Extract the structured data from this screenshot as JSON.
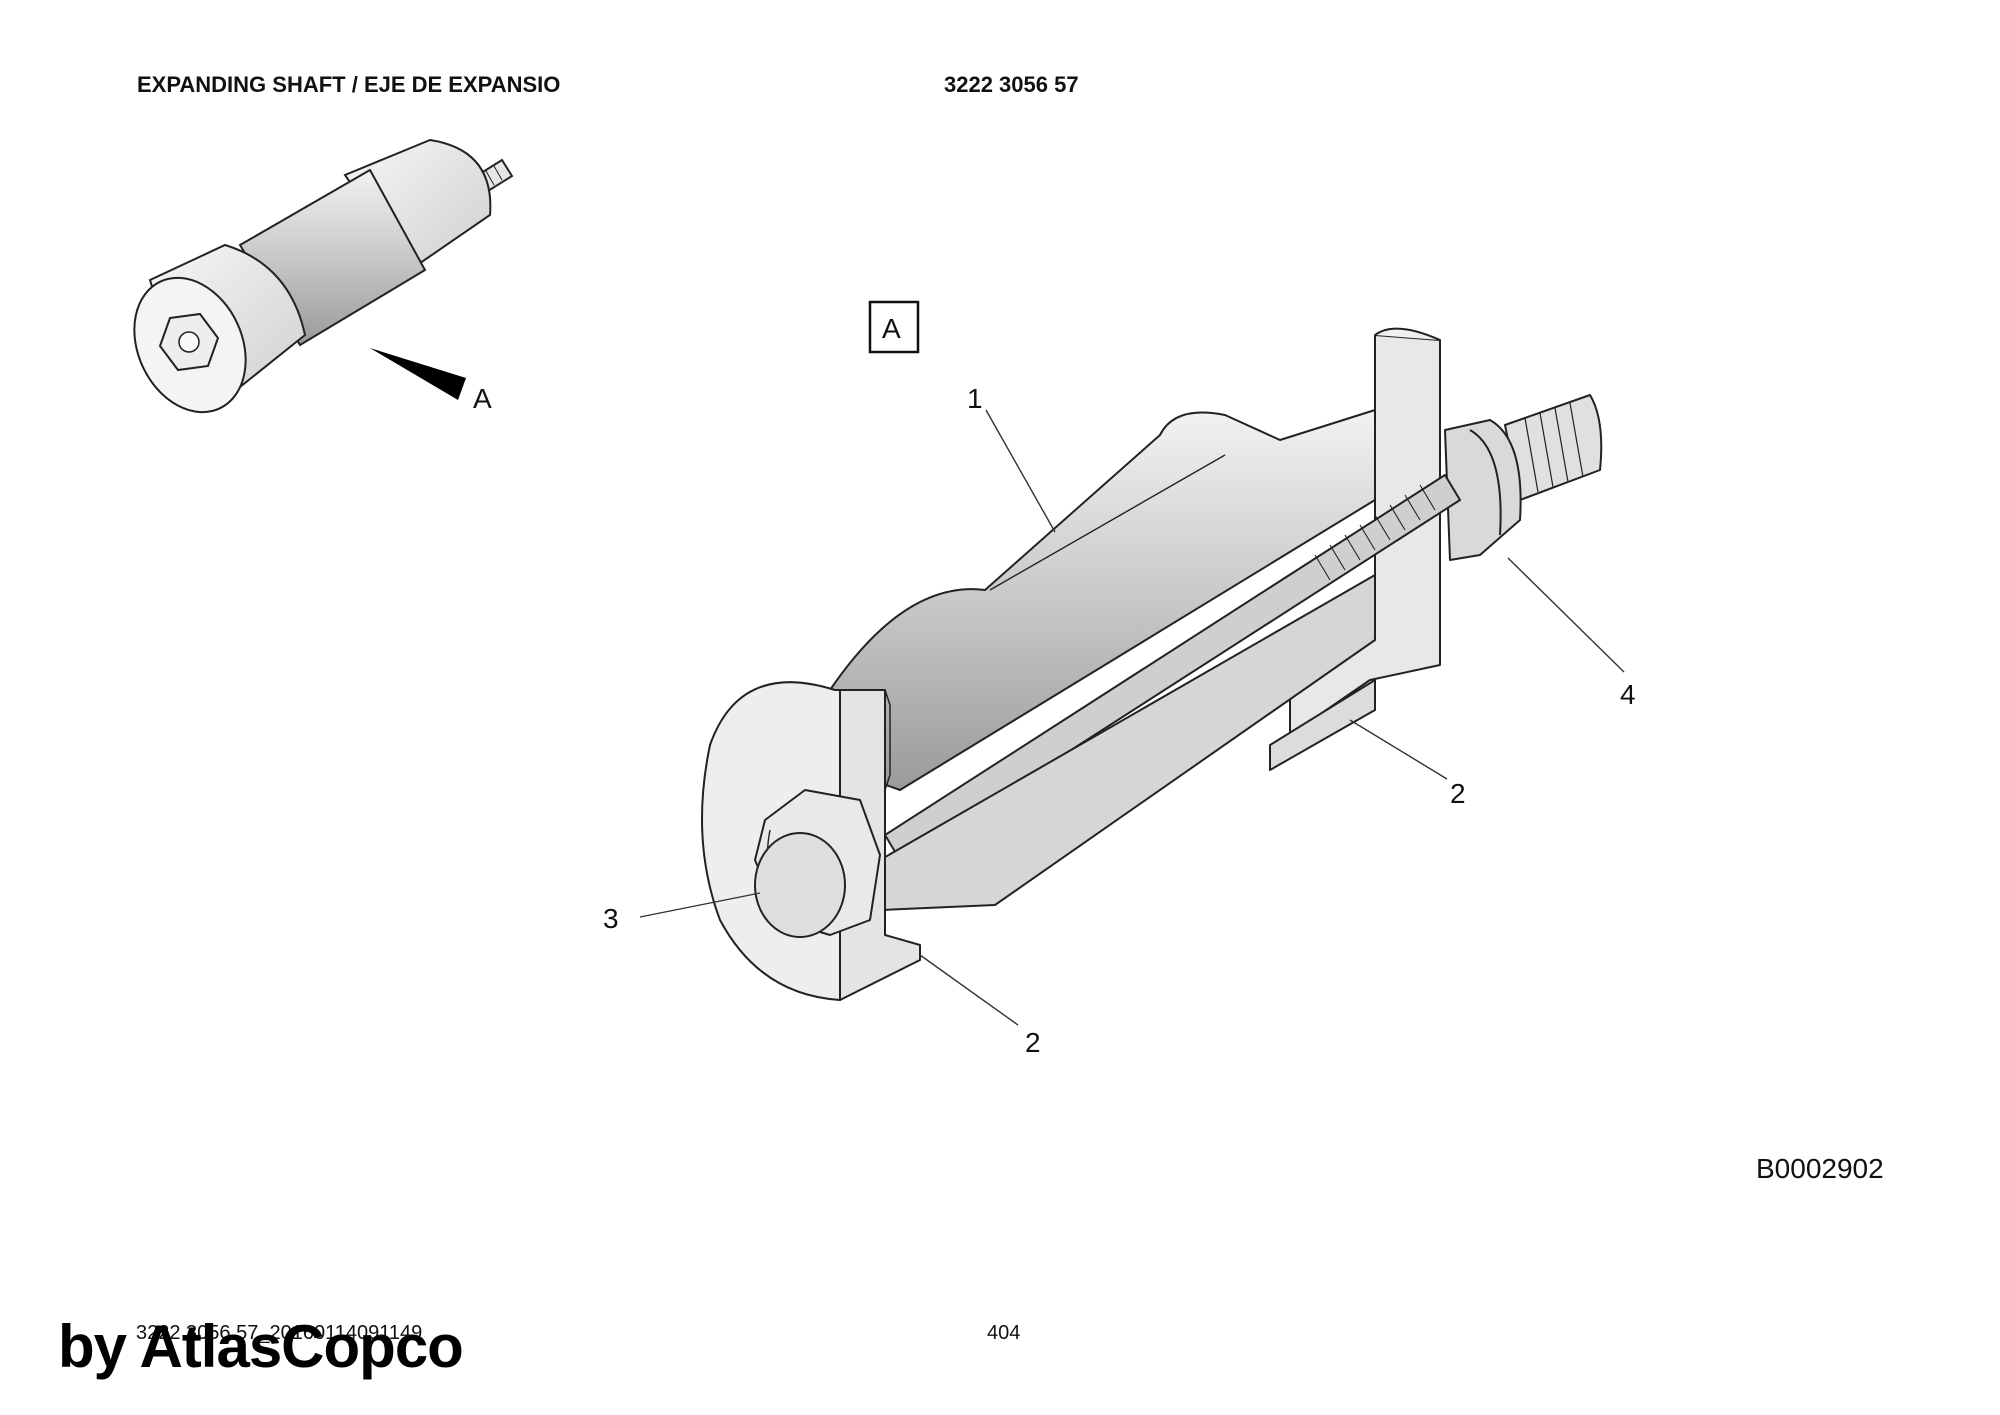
{
  "header": {
    "title": "EXPANDING SHAFT / EJE DE EXPANSIO",
    "part_number": "3222 3056 57"
  },
  "detail_view": {
    "label": "A",
    "box_label": "A"
  },
  "callouts": {
    "c1": "1",
    "c2a": "2",
    "c2b": "2",
    "c3": "3",
    "c4": "4"
  },
  "drawing_code": "B0002902",
  "footer": {
    "doc_id": "3222 3056 57_20160114091149",
    "page": "404"
  },
  "watermark": "by AtlasCopco"
}
